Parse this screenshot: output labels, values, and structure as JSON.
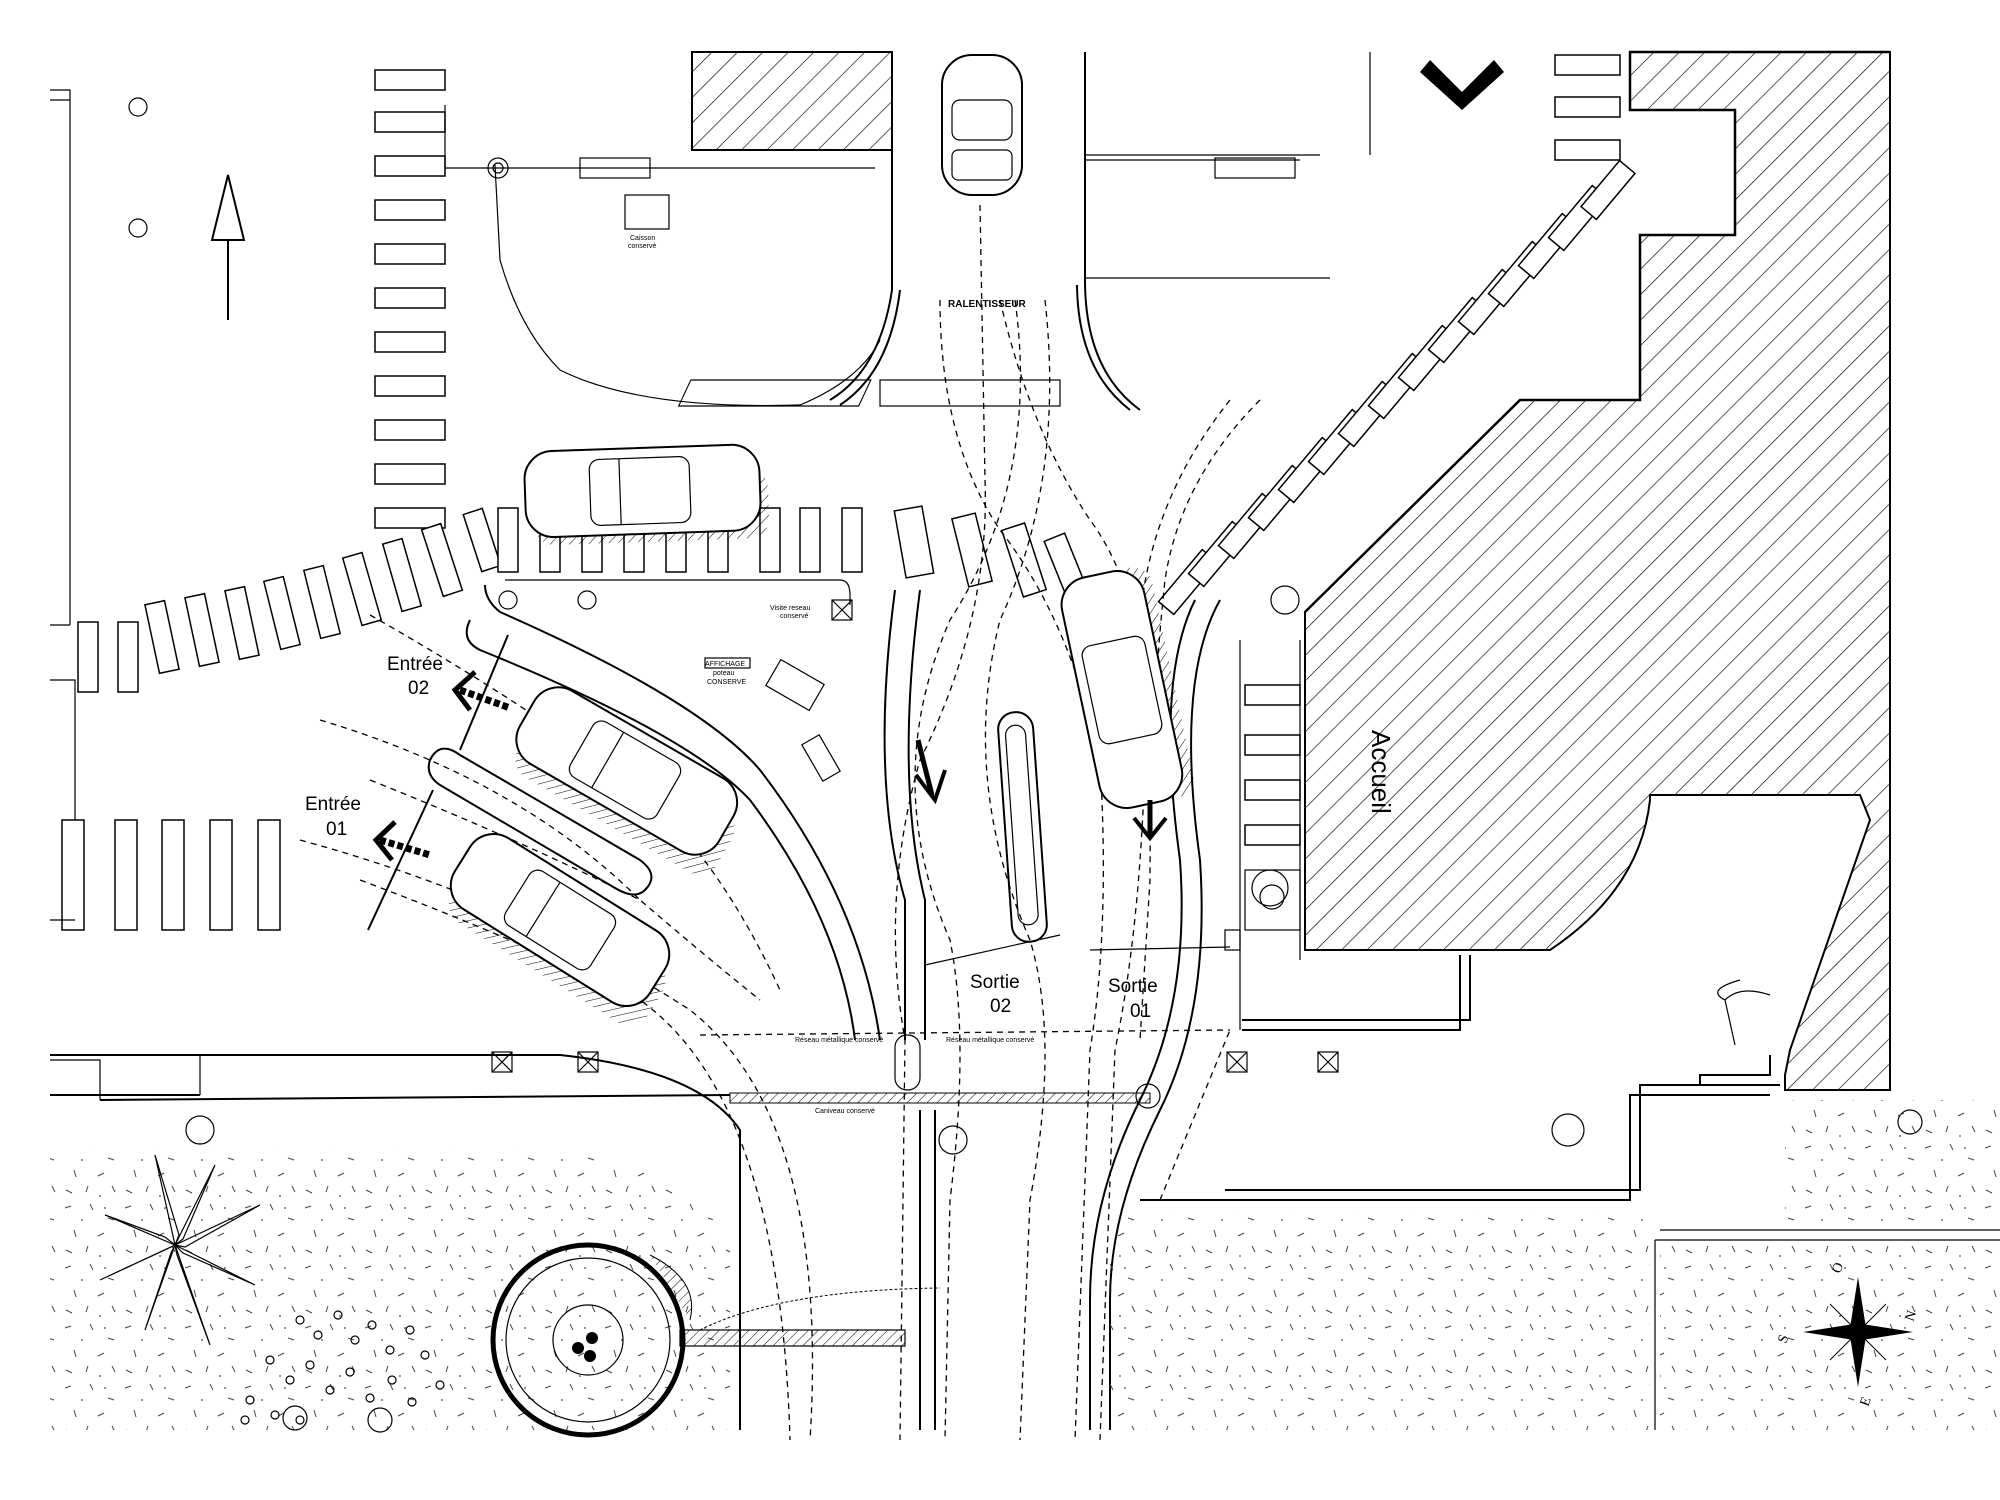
{
  "labels": {
    "entree_02_a": "Entrée",
    "entree_02_b": "02",
    "entree_01_a": "Entrée",
    "entree_01_b": "01",
    "sortie_02_a": "Sortie",
    "sortie_02_b": "02",
    "sortie_01_a": "Sortie",
    "sortie_01_b": "01",
    "accueil": "Accueil",
    "ralentisseur": "RALENTISSEUR",
    "affichage_a": "AFFICHAGE",
    "affichage_b": "poteau",
    "affichage_c": "CONSERVE",
    "visite_a": "Visite reseau",
    "visite_b": "conservé",
    "caisson_a": "Caisson",
    "caisson_b": "conservé",
    "reseau_gauche": "Réseau métallique conservé",
    "reseau_droite": "Réseau métallique conservé",
    "caniveau": "Caniveau conservé"
  },
  "compass": {
    "n": "N",
    "s": "S",
    "e": "E",
    "o": "O"
  },
  "colors": {
    "ink": "#000000",
    "paper": "#ffffff"
  }
}
